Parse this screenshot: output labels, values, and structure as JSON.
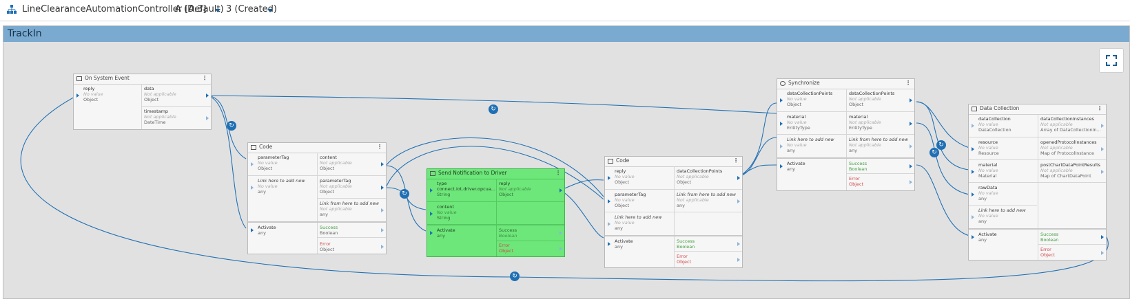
{
  "header": {
    "title": "LineClearanceAutomationController [A.3]",
    "revision": "A (Default)",
    "version": "3 (Created)",
    "icon": "hierarchy-icon"
  },
  "workflow": {
    "title": "TrackIn",
    "expand_icon": "expand-icon"
  },
  "nodes": {
    "on_system_event": {
      "title": "On System Event",
      "icon": "event-icon",
      "in_reply": {
        "label": "reply",
        "value": "No value",
        "type": "Object"
      },
      "out_data": {
        "label": "data",
        "value": "Not applicable",
        "type": "Object"
      },
      "out_timestamp": {
        "label": "timestamp",
        "value": "Not applicable",
        "type": "DateTime"
      }
    },
    "code1": {
      "title": "Code",
      "icon": "code-icon",
      "in_parameterTag": {
        "label": "parameterTag",
        "value": "No value",
        "type": "Object"
      },
      "in_add": {
        "label": "Link here to add new",
        "value": "No value",
        "type": "any"
      },
      "out_content": {
        "label": "content",
        "value": "Not applicable",
        "type": "Object"
      },
      "out_parameterTag": {
        "label": "parameterTag",
        "value": "Not applicable",
        "type": "Object"
      },
      "out_add": {
        "label": "Link from here to add new",
        "value": "Not applicable",
        "type": "any"
      },
      "activate": {
        "label": "Activate",
        "type": "any"
      },
      "success": {
        "label": "Success",
        "type": "Boolean"
      },
      "error": {
        "label": "Error",
        "type": "Object"
      }
    },
    "send_notification": {
      "title": "Send Notification to Driver",
      "icon": "notification-icon",
      "in_type": {
        "label": "type",
        "value": "connect.iot.driver.opcua...",
        "type": "String"
      },
      "in_content": {
        "label": "content",
        "value": "No value",
        "type": "String"
      },
      "out_reply": {
        "label": "reply",
        "value": "Not applicable",
        "type": "Object"
      },
      "activate": {
        "label": "Activate",
        "type": "any"
      },
      "success": {
        "label": "Success",
        "type": "Boolean"
      },
      "error": {
        "label": "Error",
        "type": "Object"
      }
    },
    "code2": {
      "title": "Code",
      "icon": "code-icon",
      "in_reply": {
        "label": "reply",
        "value": "No value",
        "type": "Object"
      },
      "in_parameterTag": {
        "label": "parameterTag",
        "value": "No value",
        "type": "Object"
      },
      "in_add": {
        "label": "Link here to add new",
        "value": "No value",
        "type": "any"
      },
      "out_dcp": {
        "label": "dataCollectionPoints",
        "value": "Not applicable",
        "type": "Object"
      },
      "out_add": {
        "label": "Link from here to add new",
        "value": "Not applicable",
        "type": "any"
      },
      "activate": {
        "label": "Activate",
        "type": "any"
      },
      "success": {
        "label": "Success",
        "type": "Boolean"
      },
      "error": {
        "label": "Error",
        "type": "Object"
      }
    },
    "synchronize": {
      "title": "Synchronize",
      "icon": "synchronize-icon",
      "in_dcp": {
        "label": "dataCollectionPoints",
        "value": "No value",
        "type": "Object"
      },
      "in_material": {
        "label": "material",
        "value": "No value",
        "type": "EntityType"
      },
      "in_add": {
        "label": "Link here to add new",
        "value": "No value",
        "type": "any"
      },
      "out_dcp": {
        "label": "dataCollectionPoints",
        "value": "Not applicable",
        "type": "Object"
      },
      "out_material": {
        "label": "material",
        "value": "Not applicable",
        "type": "EntityType"
      },
      "out_add": {
        "label": "Link from here to add new",
        "value": "Not applicable",
        "type": "any"
      },
      "activate": {
        "label": "Activate",
        "type": "any"
      },
      "success": {
        "label": "Success",
        "type": "Boolean"
      },
      "error": {
        "label": "Error",
        "type": "Object"
      }
    },
    "data_collection": {
      "title": "Data Collection",
      "icon": "chart-icon",
      "in_dataCollection": {
        "label": "dataCollection",
        "value": "No value",
        "type": "DataCollection"
      },
      "in_resource": {
        "label": "resource",
        "value": "No value",
        "type": "Resource"
      },
      "in_material": {
        "label": "material",
        "value": "No value",
        "type": "Material"
      },
      "in_rawData": {
        "label": "rawData",
        "value": "No value",
        "type": "any"
      },
      "in_add": {
        "label": "Link here to add new",
        "value": "No value",
        "type": "any"
      },
      "out_dci": {
        "label": "dataCollectionInstances",
        "value": "Not applicable",
        "type": "Array of DataCollectionIn..."
      },
      "out_opi": {
        "label": "openedProtocolInstances",
        "value": "Not applicable",
        "type": "Map of ProtocolInstance"
      },
      "out_pcdpr": {
        "label": "postChartDataPointResults",
        "value": "Not applicable",
        "type": "Map of ChartDataPoint"
      },
      "activate": {
        "label": "Activate",
        "type": "any"
      },
      "success": {
        "label": "Success",
        "type": "Boolean"
      },
      "error": {
        "label": "Error",
        "type": "Object"
      }
    }
  },
  "colors": {
    "accent": "#1f6fb4",
    "header_band": "#7aaad0",
    "canvas": "#e1e1e1",
    "highlight_node": "#6ee77a",
    "success": "#3e9e3e",
    "error": "#d0474c"
  }
}
